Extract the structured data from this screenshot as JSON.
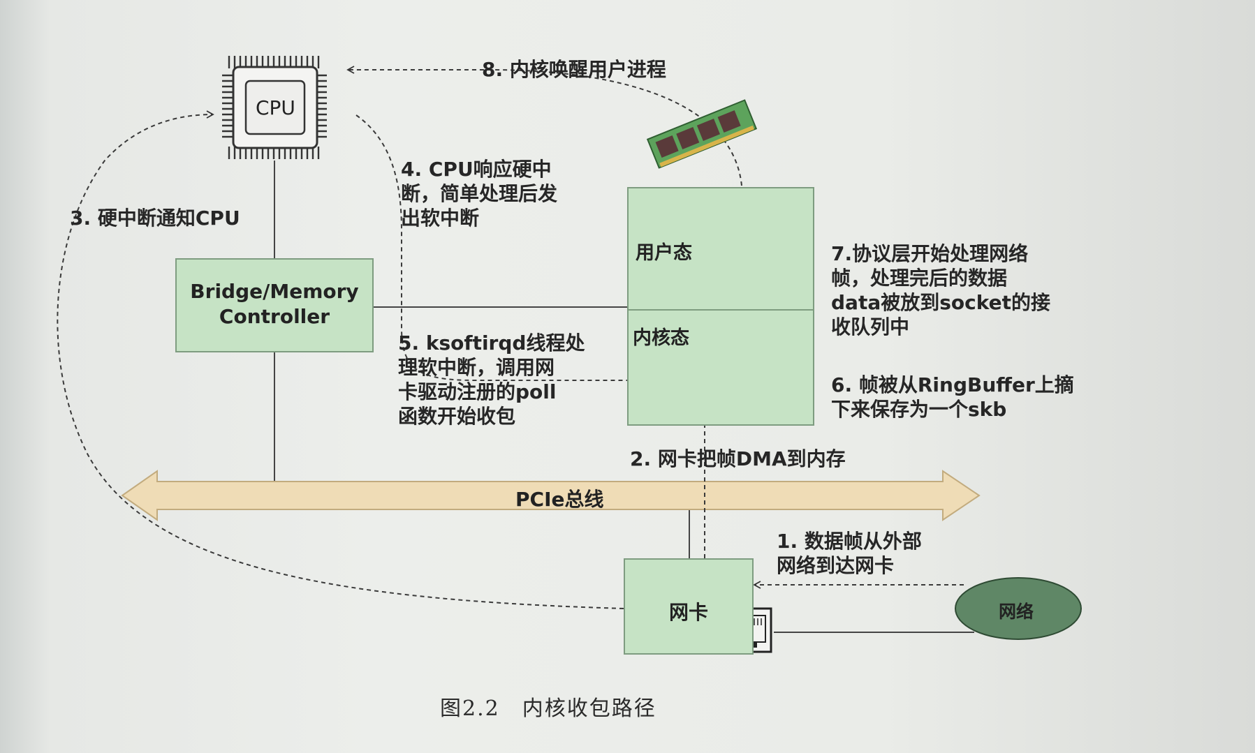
{
  "diagram": {
    "cpu_label": "CPU",
    "bridge_label": "Bridge/Memory\nController",
    "user_mode_label": "用户态",
    "kernel_mode_label": "内核态",
    "pcie_label": "PCIe总线",
    "nic_label": "网卡",
    "network_label": "网络",
    "steps": {
      "step1": "1. 数据帧从外部\n网络到达网卡",
      "step2": "2. 网卡把帧DMA到内存",
      "step3": "3. 硬中断通知CPU",
      "step4": "4. CPU响应硬中\n断，简单处理后发\n出软中断",
      "step5": "5. ksoftirqd线程处\n理软中断，调用网\n卡驱动注册的poll\n函数开始收包",
      "step6": "6. 帧被从RingBuffer上摘\n下来保存为一个skb",
      "step7": "7.协议层开始处理网络\n帧，处理完后的数据\ndata被放到socket的接\n收队列中",
      "step8": "8. 内核唤醒用户进程"
    },
    "caption": "图2.2　内核收包路径"
  },
  "colors": {
    "box_fill": "#c6e3c5",
    "box_border": "#7e9c80",
    "pcie_arrow": "#efdcb6",
    "network_ellipse": "#5f8766",
    "user_block": "#a9a9a9"
  },
  "icons": [
    "cpu-chip-icon",
    "memory-module-icon",
    "rj45-port-icon",
    "ring-buffer-icon"
  ]
}
